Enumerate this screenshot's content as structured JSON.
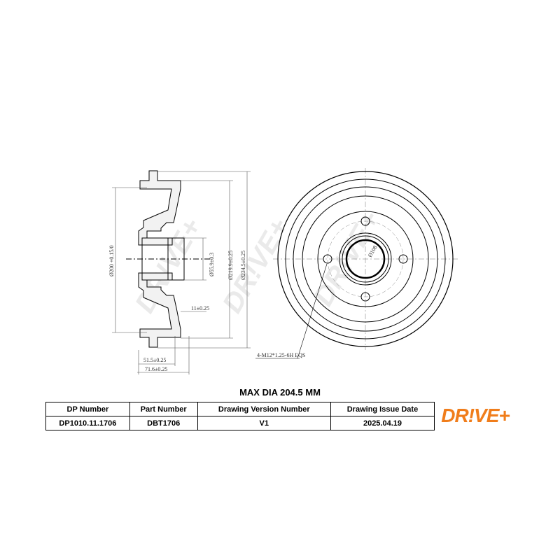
{
  "drawing": {
    "dimensions": {
      "inner_dia": "Ø200 +0.15/0",
      "hub_bore": "Ø55.9±0.3",
      "dia_219": "Ø219.9±0.25",
      "dia_234": "Ø234.5±0.25",
      "thickness": "11±0.25",
      "depth_inner": "51.5±0.25",
      "depth_total": "71.6±0.25",
      "pcd": "Ø108",
      "threads": "4-M12*1.25-6H EQS"
    },
    "watermark": "DR!VE+"
  },
  "max_dia": "MAX DIA 204.5 MM",
  "table": {
    "headers": [
      "DP Number",
      "Part Number",
      "Drawing Version Number",
      "Drawing Issue Date"
    ],
    "values": [
      "DP1010.11.1706",
      "DBT1706",
      "V1",
      "2025.04.19"
    ]
  },
  "logo": {
    "text": "DR!VE+",
    "color": "#f07d1b"
  }
}
